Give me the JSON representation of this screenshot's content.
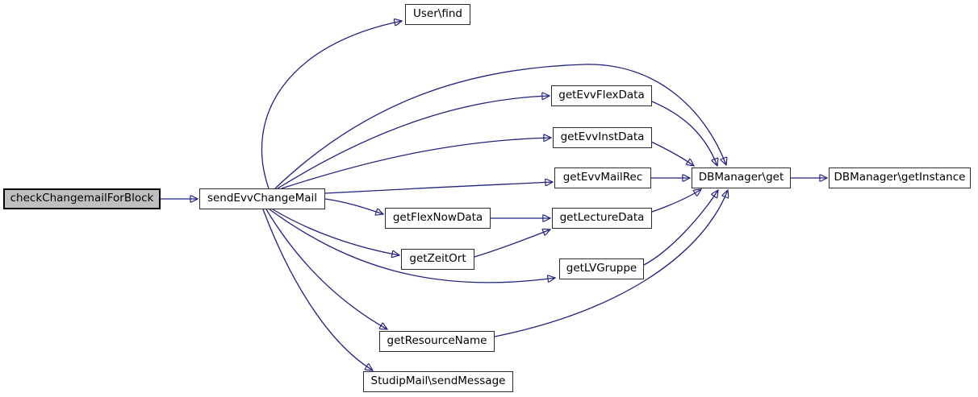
{
  "diagram": {
    "kind": "call-graph",
    "colors": {
      "edge": "#22227e",
      "node_fill": "#ffffff",
      "node_border": "#2b2b2b",
      "highlight_fill": "#bfbfbf",
      "background": "#ffffff"
    },
    "nodes": [
      {
        "id": "checkChangemailForBlock",
        "label": "checkChangemailForBlock",
        "highlighted": true
      },
      {
        "id": "sendEvvChangeMail",
        "label": "sendEvvChangeMail",
        "highlighted": false
      },
      {
        "id": "User-find",
        "label": "User\\find",
        "highlighted": false
      },
      {
        "id": "getEvvFlexData",
        "label": "getEvvFlexData",
        "highlighted": false
      },
      {
        "id": "getEvvInstData",
        "label": "getEvvInstData",
        "highlighted": false
      },
      {
        "id": "getEvvMailRec",
        "label": "getEvvMailRec",
        "highlighted": false
      },
      {
        "id": "getFlexNowData",
        "label": "getFlexNowData",
        "highlighted": false
      },
      {
        "id": "getLectureData",
        "label": "getLectureData",
        "highlighted": false
      },
      {
        "id": "getZeitOrt",
        "label": "getZeitOrt",
        "highlighted": false
      },
      {
        "id": "getLVGruppe",
        "label": "getLVGruppe",
        "highlighted": false
      },
      {
        "id": "getResourceName",
        "label": "getResourceName",
        "highlighted": false
      },
      {
        "id": "StudipMail-sendMessage",
        "label": "StudipMail\\sendMessage",
        "highlighted": false
      },
      {
        "id": "DBManager-get",
        "label": "DBManager\\get",
        "highlighted": false
      },
      {
        "id": "DBManager-getInstance",
        "label": "DBManager\\getInstance",
        "highlighted": false
      }
    ],
    "edges": [
      {
        "from": "checkChangemailForBlock",
        "to": "sendEvvChangeMail"
      },
      {
        "from": "sendEvvChangeMail",
        "to": "User\\find"
      },
      {
        "from": "sendEvvChangeMail",
        "to": "DBManager\\get"
      },
      {
        "from": "sendEvvChangeMail",
        "to": "getEvvFlexData"
      },
      {
        "from": "sendEvvChangeMail",
        "to": "getEvvInstData"
      },
      {
        "from": "sendEvvChangeMail",
        "to": "getEvvMailRec"
      },
      {
        "from": "sendEvvChangeMail",
        "to": "getFlexNowData"
      },
      {
        "from": "sendEvvChangeMail",
        "to": "getZeitOrt"
      },
      {
        "from": "sendEvvChangeMail",
        "to": "getLVGruppe"
      },
      {
        "from": "sendEvvChangeMail",
        "to": "getResourceName"
      },
      {
        "from": "sendEvvChangeMail",
        "to": "StudipMail\\sendMessage"
      },
      {
        "from": "getEvvFlexData",
        "to": "DBManager\\get"
      },
      {
        "from": "getEvvInstData",
        "to": "DBManager\\get"
      },
      {
        "from": "getEvvMailRec",
        "to": "DBManager\\get"
      },
      {
        "from": "getFlexNowData",
        "to": "getLectureData"
      },
      {
        "from": "getZeitOrt",
        "to": "getLectureData"
      },
      {
        "from": "getLectureData",
        "to": "DBManager\\get"
      },
      {
        "from": "getLVGruppe",
        "to": "DBManager\\get"
      },
      {
        "from": "getResourceName",
        "to": "DBManager\\get"
      },
      {
        "from": "DBManager\\get",
        "to": "DBManager\\getInstance"
      }
    ]
  }
}
